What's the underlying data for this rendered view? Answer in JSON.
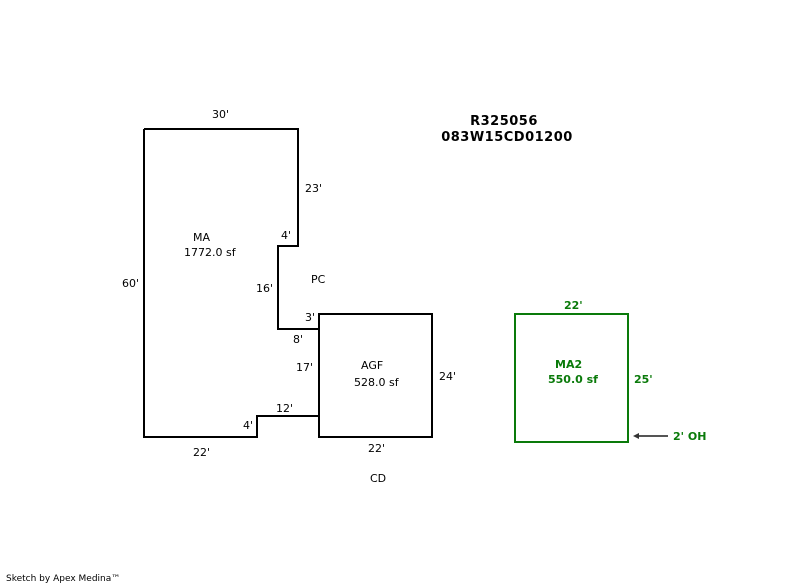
{
  "header": {
    "account_id": "R325056",
    "map_tax_lot": "083W15CD01200"
  },
  "colors": {
    "existing_structure": "#000000",
    "secondary_structure": "#0a7a0a",
    "arrow": "#555555"
  },
  "areas": {
    "ma": {
      "code": "MA",
      "area": "1772.0 sf"
    },
    "agf": {
      "code": "AGF",
      "area": "528.0 sf"
    },
    "ma2": {
      "code": "MA2",
      "area": "550.0 sf"
    },
    "pc": {
      "code": "PC"
    },
    "cd": {
      "code": "CD"
    }
  },
  "dimensions": {
    "ma_top": "30'",
    "ma_right_upper": "23'",
    "ma_notch_top": "4'",
    "ma_left": "60'",
    "ma_notch_inner": "16'",
    "ma_notch_step": "3'",
    "ma_notch_bottom": "8'",
    "ma_right_lower": "17'",
    "ma_bottom_step": "12'",
    "ma_bottom_notch": "4'",
    "ma_bottom": "22'",
    "agf_right": "24'",
    "agf_bottom": "22'",
    "ma2_top": "22'",
    "ma2_right": "25'"
  },
  "annotations": {
    "overhang": "2' OH"
  },
  "footer": {
    "credit": "Sketch by Apex Medina™"
  }
}
